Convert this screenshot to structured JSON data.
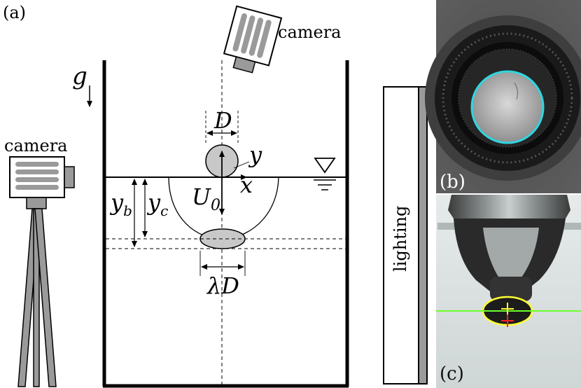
{
  "figure": {
    "panel_labels": {
      "a": "(a)",
      "b": "(b)",
      "c": "(c)"
    },
    "camera_top_label": "camera",
    "camera_side_label": "camera",
    "lighting_label": "lighting",
    "symbols": {
      "gravity": "g",
      "diameter": "D",
      "y_axis": "y",
      "x_axis": "x",
      "velocity": "U",
      "velocity_sub": "0",
      "yb_main": "y",
      "yb_sub": "b",
      "yc_main": "y",
      "yc_sub": "c",
      "lambda_d": "λD"
    },
    "colors": {
      "sphere_fill": "#c8c8c8",
      "outline": "#000000",
      "camera_stripes": "#9a9a9a",
      "detect_circle": "#2fd6e0",
      "waterline": "#6cff2a",
      "ellipse_outline": "#ffff33",
      "center_marker_yellow": "#ffff33",
      "center_marker_red": "#ff2020"
    }
  }
}
